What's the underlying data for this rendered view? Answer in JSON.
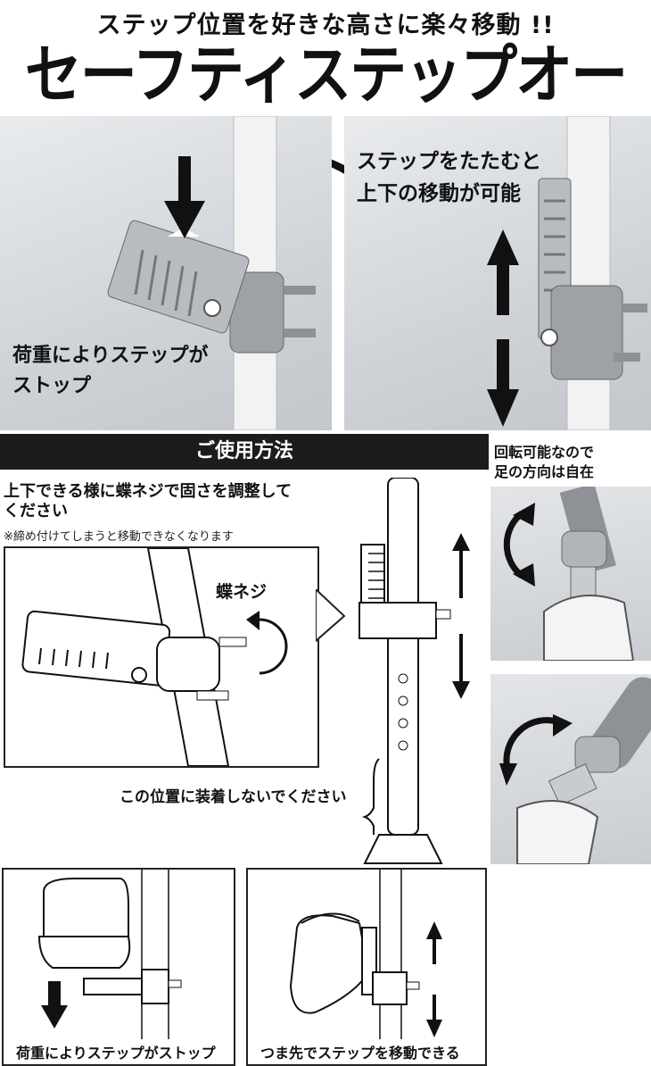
{
  "header": {
    "subtitle": "ステップ位置を好きな高さに楽々移動 !!",
    "title": "セーフティステップオート"
  },
  "top_photos": {
    "left_caption_line1": "荷重によりステップが",
    "left_caption_line2": "ストップ",
    "right_caption_line1": "ステップをたたむと",
    "right_caption_line2": "上下の移動が可能"
  },
  "usage": {
    "header": "ご使用方法",
    "instruction_line1": "上下できる様に蝶ネジで固さを調整して",
    "instruction_line2": "ください",
    "note": "※締め付けてしまうと移動できなくなります",
    "wingnut_label": "蝶ネジ",
    "warning": "この位置に装着しないでください"
  },
  "side_photos": {
    "caption_line1": "回転可能なので",
    "caption_line2": "足の方向は自在"
  },
  "bottom_panels": {
    "left_caption": "荷重によりステップがストップ",
    "right_caption": "つま先でステップを移動できる"
  },
  "colors": {
    "header_bar": "#1c1c1c",
    "pole": "#e8e8e8",
    "metal": "#a9adb1"
  }
}
